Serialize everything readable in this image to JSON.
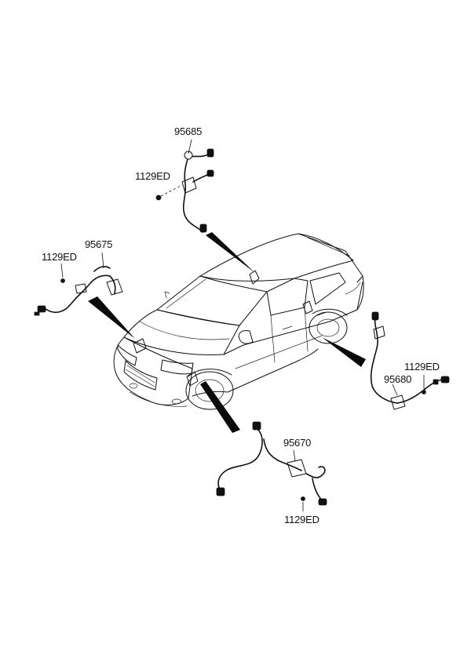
{
  "callouts": {
    "front_left_sensor_part_no": "95675",
    "front_left_bolt_part_no": "1129ED",
    "rear_left_sensor_part_no": "95685",
    "rear_left_bolt_part_no": "1129ED",
    "rear_right_sensor_part_no": "95680",
    "rear_right_bolt_part_no": "1129ED",
    "front_right_sensor_part_no": "95670",
    "front_right_bolt_part_no": "1129ED"
  }
}
